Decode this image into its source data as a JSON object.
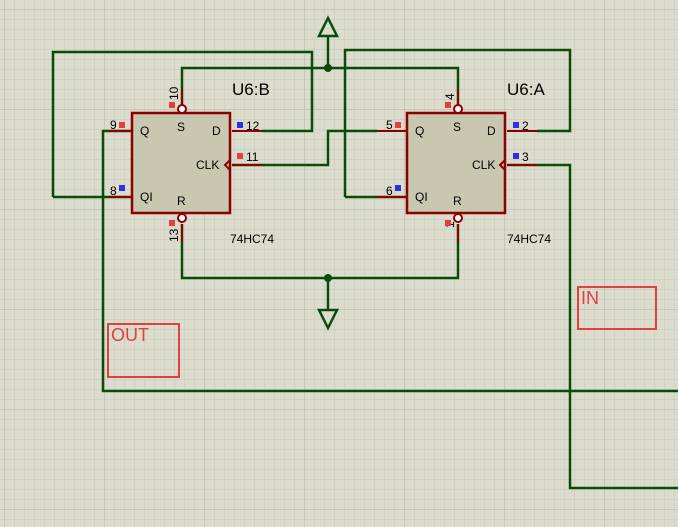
{
  "colors": {
    "background": "#dcdccc",
    "grid_minor": "#c8c8b8",
    "grid_major": "#b4b4a4",
    "wire": "#0a4a0a",
    "component_body": "#c8c8b0",
    "component_border": "#8b0000",
    "label": "#e04040",
    "pin_red": "#e04040",
    "pin_blue": "#3030e0"
  },
  "components": [
    {
      "ref": "U6:B",
      "part": "74HC74",
      "pins": {
        "q": {
          "name": "Q",
          "num": "9",
          "marker": "red"
        },
        "qi": {
          "name": "QI",
          "num": "8",
          "marker": "blue"
        },
        "d": {
          "name": "D",
          "num": "12",
          "marker": "blue"
        },
        "clk": {
          "name": "CLK",
          "num": "11",
          "marker": "red"
        },
        "s": {
          "name": "S",
          "num": "10",
          "marker": "red"
        },
        "r": {
          "name": "R",
          "num": "13",
          "marker": "red"
        }
      }
    },
    {
      "ref": "U6:A",
      "part": "74HC74",
      "pins": {
        "q": {
          "name": "Q",
          "num": "5",
          "marker": "red"
        },
        "qi": {
          "name": "QI",
          "num": "6",
          "marker": "blue"
        },
        "d": {
          "name": "D",
          "num": "2",
          "marker": "blue"
        },
        "clk": {
          "name": "CLK",
          "num": "3",
          "marker": "blue"
        },
        "s": {
          "name": "S",
          "num": "4",
          "marker": "red"
        },
        "r": {
          "name": "R",
          "num": "1",
          "marker": "red"
        }
      }
    }
  ],
  "labels": {
    "out": "OUT",
    "in": "IN"
  },
  "terminals": {
    "power": "power-terminal",
    "ground": "ground-terminal"
  }
}
